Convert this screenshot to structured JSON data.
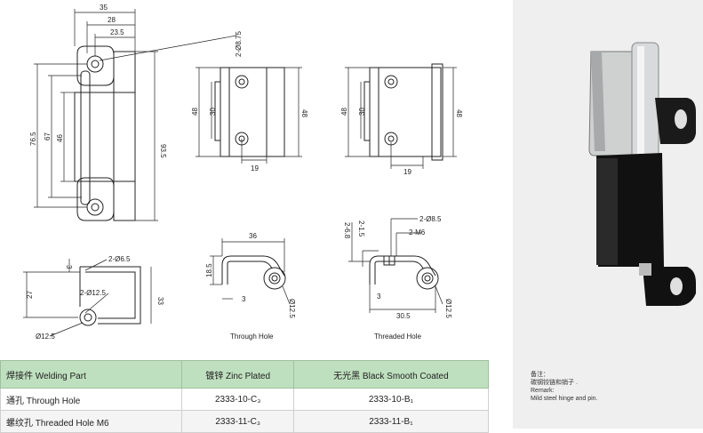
{
  "dims": {
    "front": {
      "d35": "35",
      "d28": "28",
      "d23_5": "23.5",
      "d2_8_75": "2-Ø8.75",
      "d76_5": "76.5",
      "d67": "67",
      "d46": "46",
      "d93_5": "93.5"
    },
    "side_through": {
      "d48a": "48",
      "d30": "30",
      "d48b": "48",
      "d19": "19"
    },
    "side_threaded": {
      "d48a": "48",
      "d30": "30",
      "d48b": "48",
      "d19": "19"
    },
    "top_weld": {
      "d3": "3",
      "d2_6_5": "2-Ø6.5",
      "d27": "27",
      "d2_12_5": "2-Ø12.5",
      "d33": "33",
      "d12_5": "Ø12.5"
    },
    "top_through": {
      "d36": "36",
      "d18_5": "18.5",
      "d3": "3",
      "d12_5": "Ø12.5"
    },
    "top_threaded": {
      "d2_8_5": "2-Ø8.5",
      "d2_1_5": "2-1.5",
      "d2_6_8": "2-6.8",
      "d2_m6": "2-M6",
      "d3": "3",
      "d30_5": "30.5",
      "d12_5": "Ø12.5"
    }
  },
  "captions": {
    "through_hole": "Through Hole",
    "threaded_hole": "Threaded Hole"
  },
  "table": {
    "headers": [
      "焊接件 Welding Part",
      "镀锌 Zinc Plated",
      "无光黑 Black Smooth Coated"
    ],
    "rows": [
      [
        "通孔 Through Hole",
        "2333-10-C₃",
        "2333-10-B₁"
      ],
      [
        "螺纹孔 Threaded Hole M6",
        "2333-11-C₃",
        "2333-11-B₁"
      ]
    ]
  },
  "remark": {
    "line1": "备注：",
    "line2": "碳钢铰链和销子 .",
    "line3": "Remark:",
    "line4": "Mild steel hinge and pin."
  }
}
